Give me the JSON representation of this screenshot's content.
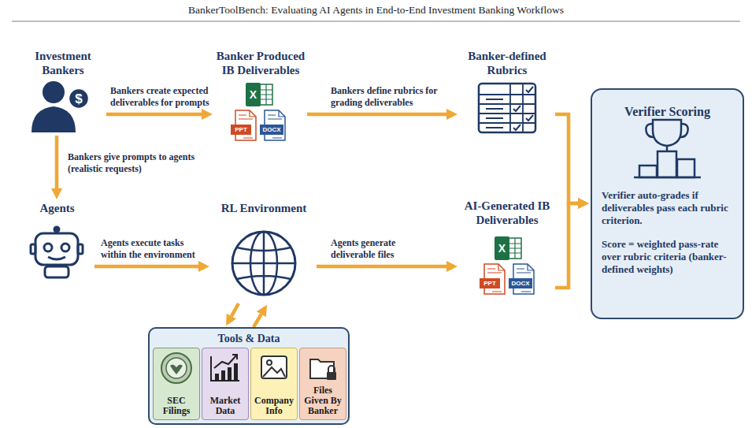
{
  "diagram": {
    "title": "BankerToolBench: Evaluating AI Agents in End-to-End Investment Banking Workflows",
    "nodes": [
      {
        "text": [
          "Investment Bankers"
        ]
      },
      {
        "text": [
          "Banker Produced IB Deliverables"
        ]
      },
      {
        "text": [
          "Banker-defined Rubrics"
        ]
      },
      {
        "text": [
          "Verifier Scoring",
          "Verifier auto-grades if deliverables pass each rubric criterion.",
          "Score = weighted pass-rate over rubric criteria (banker-defined weights)"
        ]
      },
      {
        "text": [
          "Agents"
        ]
      },
      {
        "text": [
          "RL Environment"
        ]
      },
      {
        "text": [
          "AI-Generated IB Deliverables"
        ]
      },
      {
        "text": [
          "Tools & Data"
        ]
      },
      {
        "text": [
          "SEC Filings"
        ],
        "in": 7
      },
      {
        "text": [
          "Market Data"
        ],
        "in": 7
      },
      {
        "text": [
          "Company Info"
        ],
        "in": 7
      },
      {
        "text": [
          "Files Given By Banker"
        ],
        "in": 7
      }
    ],
    "edges": [
      {
        "from": 0,
        "to": 1,
        "label": "Bankers create expected deliverables for prompts",
        "arrow": "to"
      },
      {
        "from": 1,
        "to": 2,
        "label": "Bankers define rubrics for grading deliverables",
        "arrow": "to"
      },
      {
        "from": 0,
        "to": 4,
        "label": "Bankers give prompts to agents (realistic requests)",
        "arrow": "to"
      },
      {
        "from": 4,
        "to": 5,
        "label": "Agents execute tasks within the environment",
        "arrow": "to"
      },
      {
        "from": 5,
        "to": 6,
        "label": "Agents generate deliverable files",
        "arrow": "to"
      },
      {
        "from": 2,
        "to": 3,
        "arrow": "to"
      },
      {
        "from": 6,
        "to": 3,
        "arrow": "to"
      },
      {
        "from": 5,
        "to": 7,
        "arrow": "to"
      },
      {
        "from": 7,
        "to": 5,
        "arrow": "to"
      }
    ],
    "labels": [
      "$",
      "X",
      "PPT",
      "DOCX",
      "X",
      "PPT",
      "DOCX"
    ]
  }
}
